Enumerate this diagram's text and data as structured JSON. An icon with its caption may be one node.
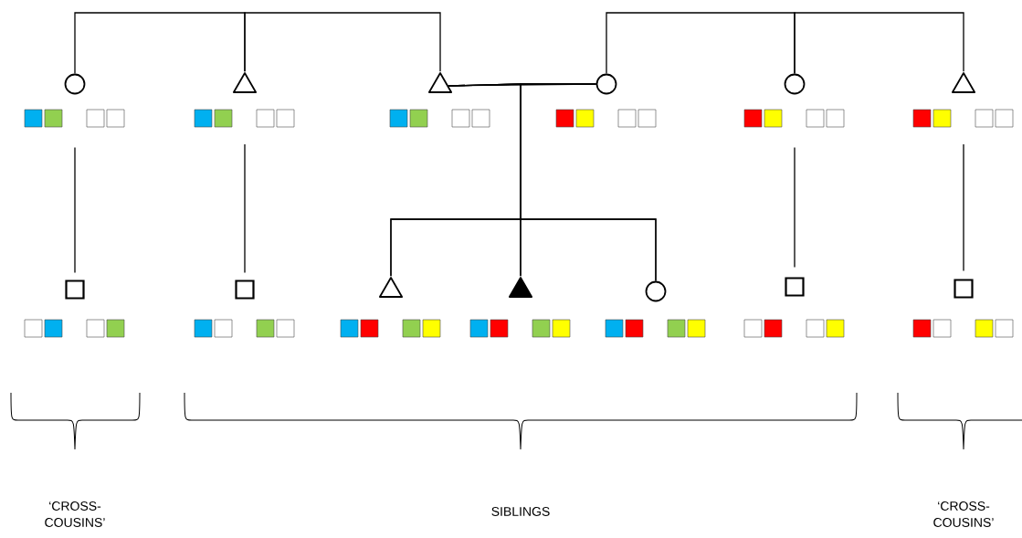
{
  "diagram": {
    "nodes": [
      {
        "text": [],
        "shape": "circle"
      },
      {
        "text": [],
        "shape": "triangle"
      },
      {
        "text": [],
        "shape": "triangle"
      },
      {
        "text": [],
        "shape": "circle"
      },
      {
        "text": [],
        "shape": "circle"
      },
      {
        "text": [],
        "shape": "triangle"
      },
      {
        "text": [],
        "shape": "box"
      },
      {
        "text": [],
        "shape": "box"
      },
      {
        "text": [],
        "shape": "triangle"
      },
      {
        "text": [],
        "shape": "triangle"
      },
      {
        "text": [],
        "shape": "circle"
      },
      {
        "text": [],
        "shape": "box"
      },
      {
        "text": [],
        "shape": "box"
      }
    ],
    "edges": [
      {
        "from": 0,
        "to": 1,
        "arrow": "none"
      },
      {
        "from": 1,
        "to": 2,
        "arrow": "none"
      },
      {
        "from": 3,
        "to": 4,
        "arrow": "none"
      },
      {
        "from": 4,
        "to": 5,
        "arrow": "none"
      },
      {
        "from": 2,
        "to": 3,
        "arrow": "none"
      },
      {
        "from": 2,
        "to": 8,
        "arrow": "none"
      },
      {
        "from": 2,
        "to": 9,
        "arrow": "none"
      },
      {
        "from": 2,
        "to": 10,
        "arrow": "none"
      },
      {
        "from": 3,
        "to": 8,
        "arrow": "none"
      },
      {
        "from": 3,
        "to": 9,
        "arrow": "none"
      },
      {
        "from": 3,
        "to": 10,
        "arrow": "none"
      },
      {
        "from": 0,
        "to": 6,
        "arrow": "none"
      },
      {
        "from": 1,
        "to": 7,
        "arrow": "none"
      },
      {
        "from": 4,
        "to": 11,
        "arrow": "none"
      },
      {
        "from": 5,
        "to": 12,
        "arrow": "none"
      }
    ],
    "labels": [
      "‘CROSS- COUSINS’",
      "SIBLINGS",
      "‘CROSS- COUSINS’"
    ]
  }
}
